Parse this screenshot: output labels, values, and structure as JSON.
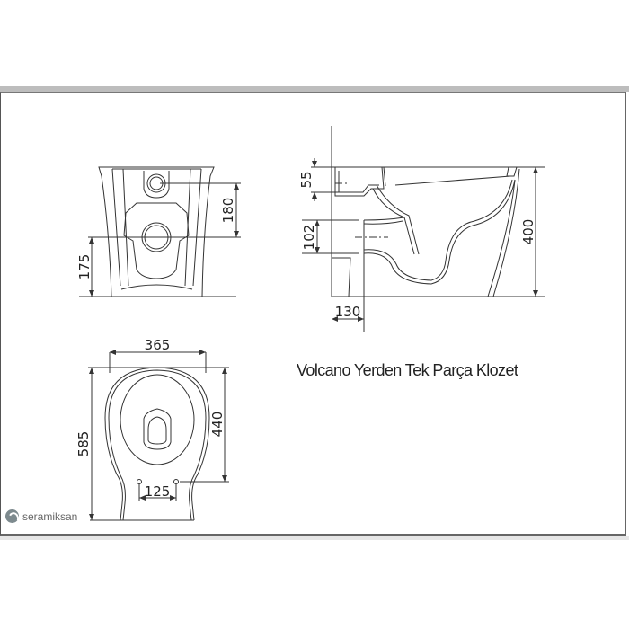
{
  "title": "Volcano Yerden Tek Parça Klozet",
  "brand": {
    "name": "seramiksan",
    "icon": "seramiksan-logo-icon"
  },
  "views": {
    "front": {
      "dimensions": {
        "inlet_to_outlet": "180",
        "outlet_height": "175"
      }
    },
    "side": {
      "dimensions": {
        "inlet_height": "55",
        "outlet_diameter": "102",
        "outlet_offset": "130",
        "total_height": "400"
      }
    },
    "top": {
      "dimensions": {
        "width": "365",
        "length": "585",
        "bowl_length": "440",
        "bolt_spacing": "125"
      }
    }
  },
  "colors": {
    "line": "#333333",
    "frame_bar": "#bdbdbd",
    "text": "#222222"
  }
}
